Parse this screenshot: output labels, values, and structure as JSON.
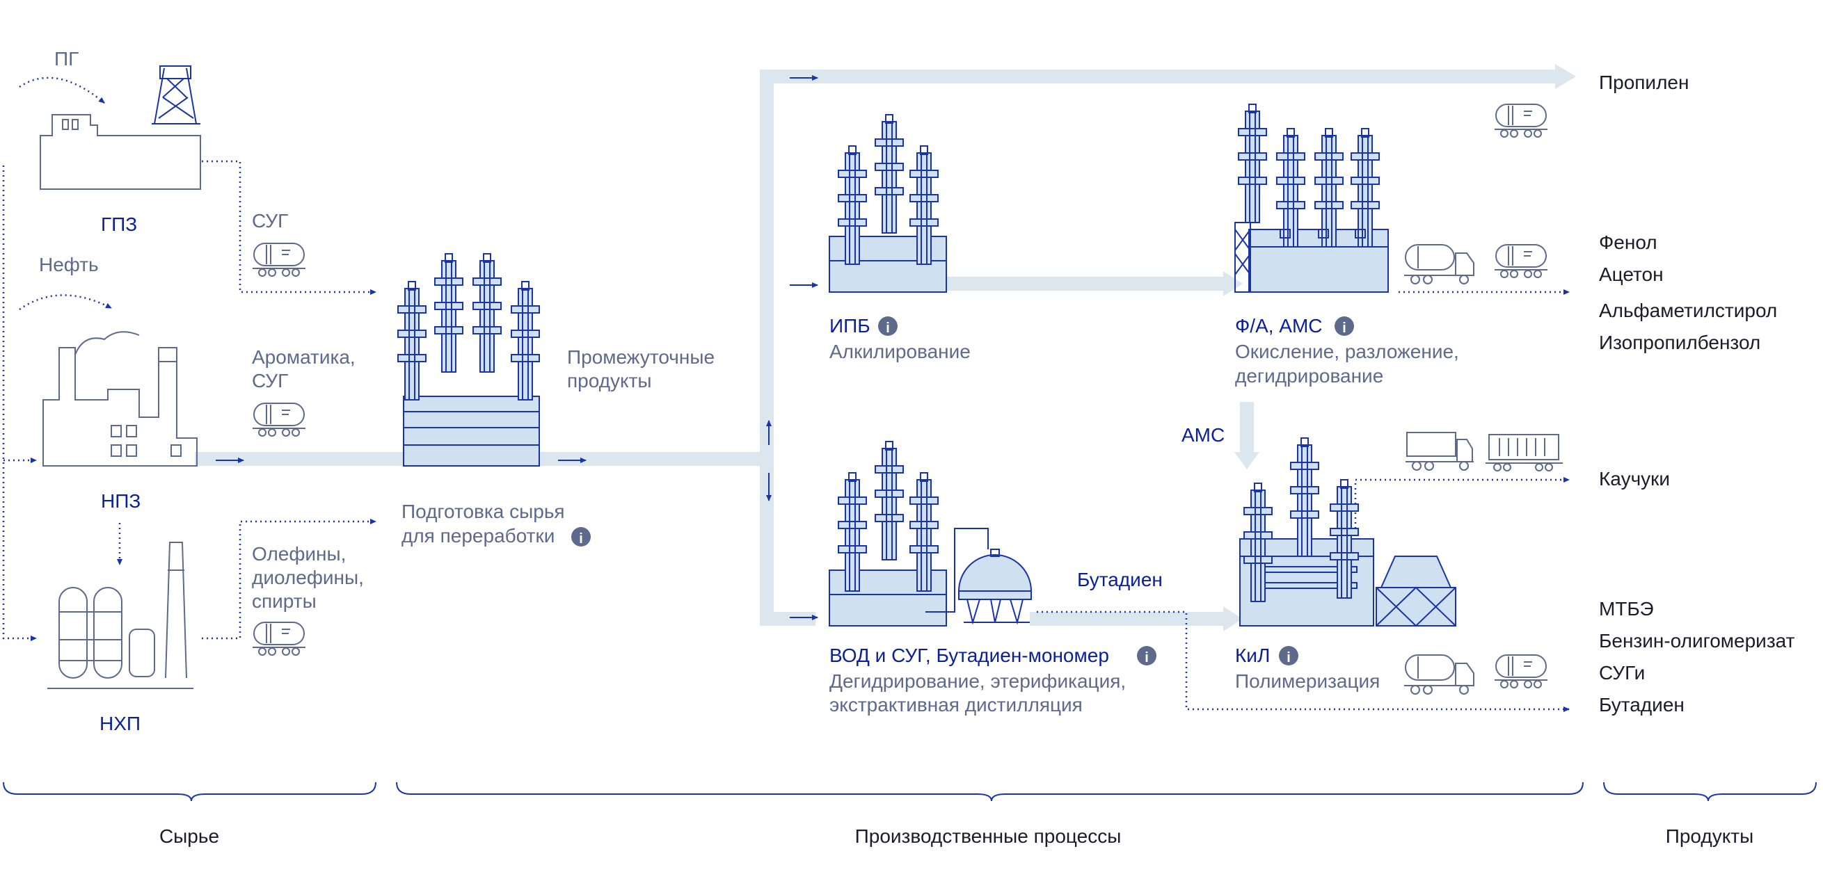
{
  "sources": {
    "gpz": "ГПЗ",
    "npz": "НПЗ",
    "nhp": "НХП",
    "pg": "ПГ",
    "oil": "Нефть"
  },
  "feeds": {
    "sug": "СУГ",
    "aromatics_1": "Ароматика,",
    "aromatics_2": "СУГ",
    "olefins_1": "Олефины,",
    "olefins_2": "диолефины,",
    "olefins_3": "спирты"
  },
  "processes": {
    "intermediate_1": "Промежуточные",
    "intermediate_2": "продукты",
    "prep_1": "Подготовка сырья",
    "prep_2": "для переработки",
    "ipb_title": "ИПБ",
    "ipb_desc": "Алкилирование",
    "fa_title": "Ф/А, АМС",
    "fa_desc_1": "Окисление, разложение,",
    "fa_desc_2": "дегидрирование",
    "ams_label": "АМС",
    "vod_title": "ВОД и СУГ, Бутадиен-мономер",
    "vod_desc_1": "Дегидрирование, этерификация,",
    "vod_desc_2": "экстрактивная дистилляция",
    "butadiene_label": "Бутадиен",
    "kil_title": "КиЛ",
    "kil_desc": "Полимеризация"
  },
  "products": {
    "propylene": "Пропилен",
    "phenol": "Фенол",
    "acetone": "Ацетон",
    "ams": "Альфаметилстирол",
    "cumene": "Изопропилбензол",
    "rubbers": "Каучуки",
    "mtbe": "МТБЭ",
    "oligomer": "Бензин-олигомеризат",
    "lpg": "СУГи",
    "butadiene": "Бутадиен"
  },
  "footer": {
    "raw": "Сырье",
    "processes": "Производственные процессы",
    "products": "Продукты"
  },
  "info_glyph": "i",
  "colors": {
    "accent": "#0a1f9c",
    "line": "#1a33a6",
    "flow": "#dbe6ef",
    "fill": "#cfe0f0",
    "gray": "#5d6a8c"
  }
}
